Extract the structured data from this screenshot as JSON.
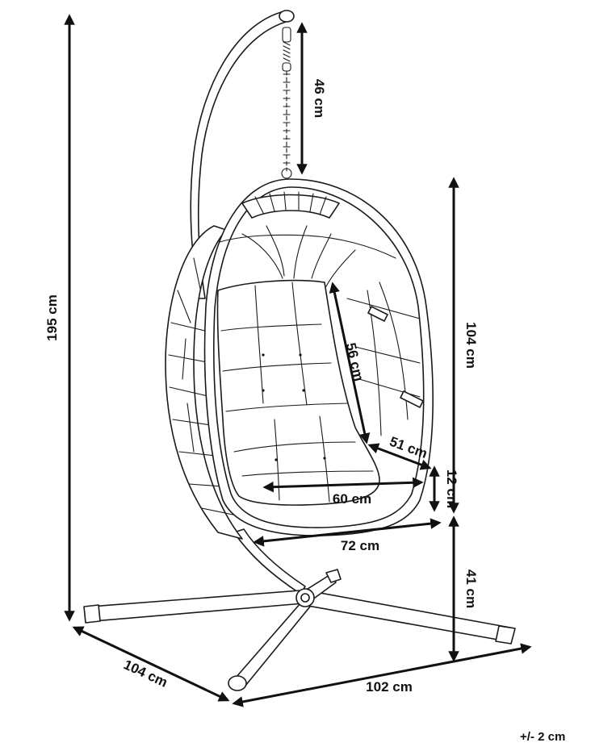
{
  "dimensions": {
    "total_height": "195 cm",
    "chain_length": "46 cm",
    "egg_height": "104 cm",
    "backrest_height": "56 cm",
    "seat_depth": "51 cm",
    "cushion_thickness": "12 cm",
    "seat_width": "60 cm",
    "egg_width": "72 cm",
    "ground_clearance": "41 cm",
    "base_depth": "104 cm",
    "base_width": "102 cm"
  },
  "tolerance": "+/- 2 cm"
}
